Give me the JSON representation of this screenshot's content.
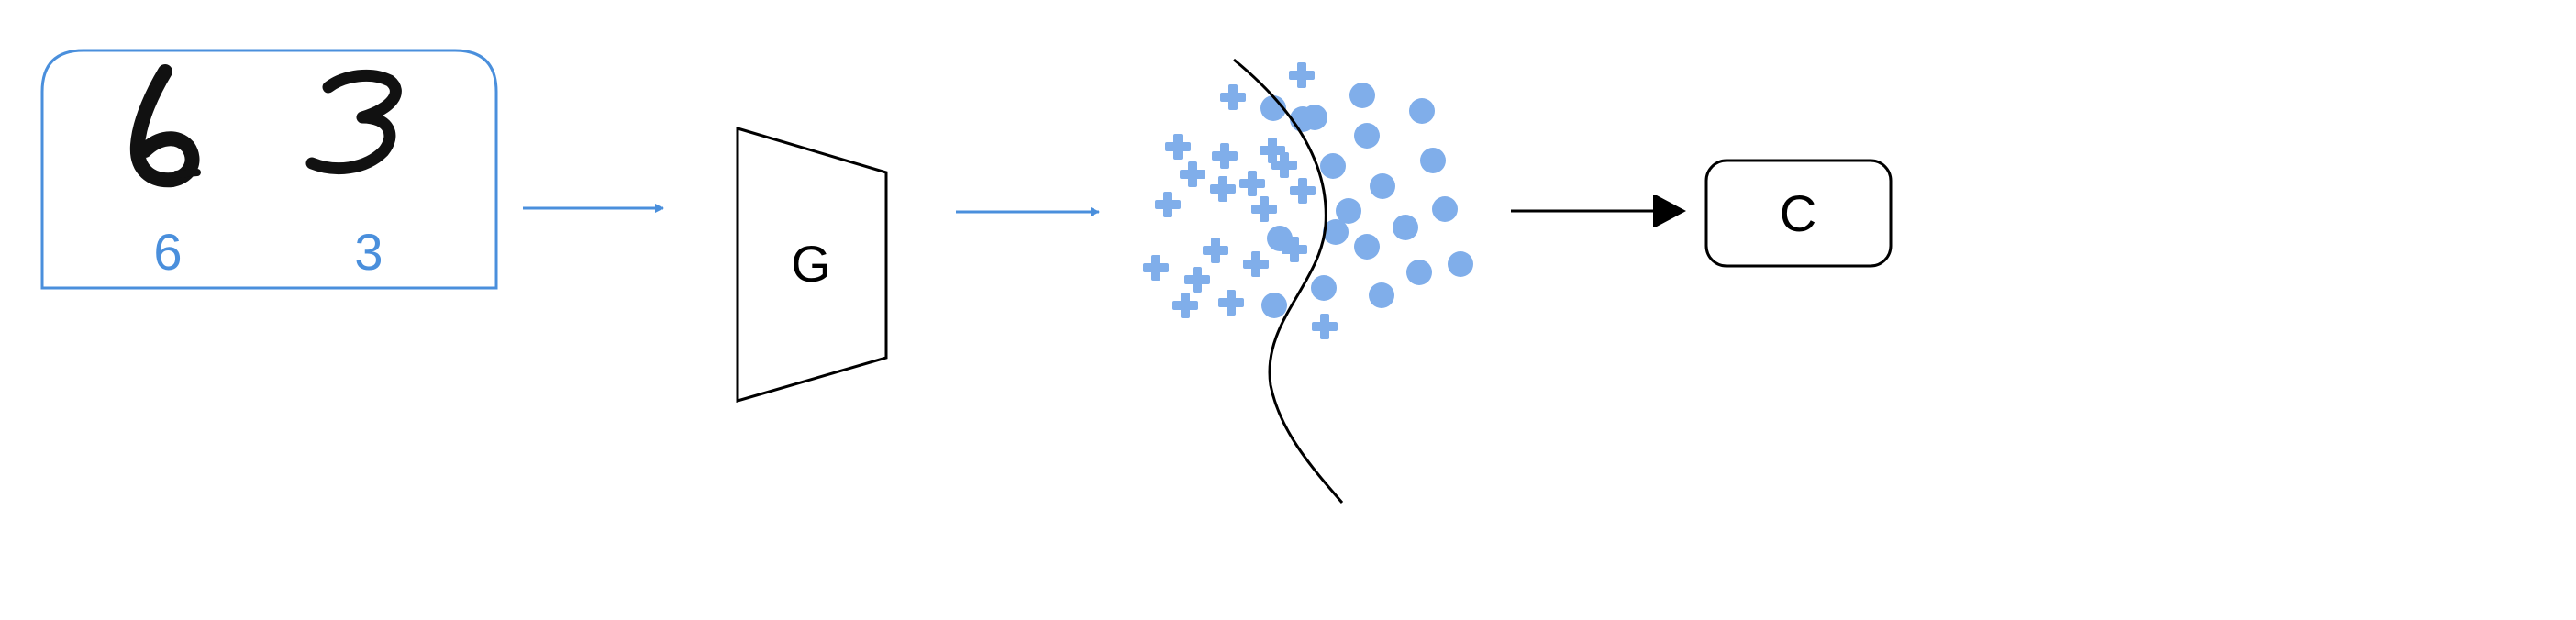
{
  "input_panel": {
    "digits": [
      {
        "glyph": "6",
        "label": "6"
      },
      {
        "glyph": "3",
        "label": "3"
      }
    ]
  },
  "generator": {
    "label": "G"
  },
  "classifier": {
    "label": "C"
  },
  "embedding": {
    "plus_count": 20,
    "circle_count": 20
  },
  "colors": {
    "accent_blue": "#4a8fdc",
    "marker_blue": "#80aeea",
    "stroke_black": "#000000"
  }
}
